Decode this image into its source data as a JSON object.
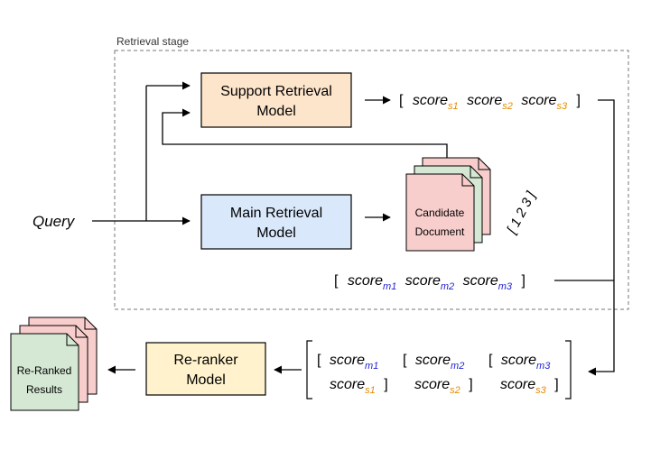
{
  "stage_label": "Retrieval stage",
  "query_label": "Query",
  "support_model": {
    "line1": "Support Retrieval",
    "line2": "Model"
  },
  "main_model": {
    "line1": "Main Retrieval",
    "line2": "Model"
  },
  "candidate": {
    "line1": "Candidate",
    "line2": "Document",
    "order": "[ 1 2 3 ]"
  },
  "score_word": "score",
  "support_scores": {
    "open": "[",
    "close": "]",
    "subs": [
      "s1",
      "s2",
      "s3"
    ]
  },
  "main_scores": {
    "open": "[",
    "close": "]",
    "subs": [
      "m1",
      "m2",
      "m3"
    ]
  },
  "pairs": [
    {
      "open": "[",
      "close": "]",
      "main_sub": "m1",
      "support_sub": "s1"
    },
    {
      "open": "[",
      "close": "]",
      "main_sub": "m2",
      "support_sub": "s2"
    },
    {
      "open": "[",
      "close": "]",
      "main_sub": "m3",
      "support_sub": "s3"
    }
  ],
  "reranker": {
    "line1": "Re-ranker",
    "line2": "Model"
  },
  "results": {
    "line1": "Re-Ranked",
    "line2": "Results"
  },
  "colors": {
    "support_fill": "#fde5cc",
    "main_fill": "#dae8fc",
    "reranker_fill": "#fff2cc",
    "doc_red": "#f8cecc",
    "doc_green": "#d5e8d4",
    "support_sub": "#e68a00",
    "main_sub": "#1f1fd1",
    "stroke": "#000000",
    "dashed": "#777777"
  }
}
